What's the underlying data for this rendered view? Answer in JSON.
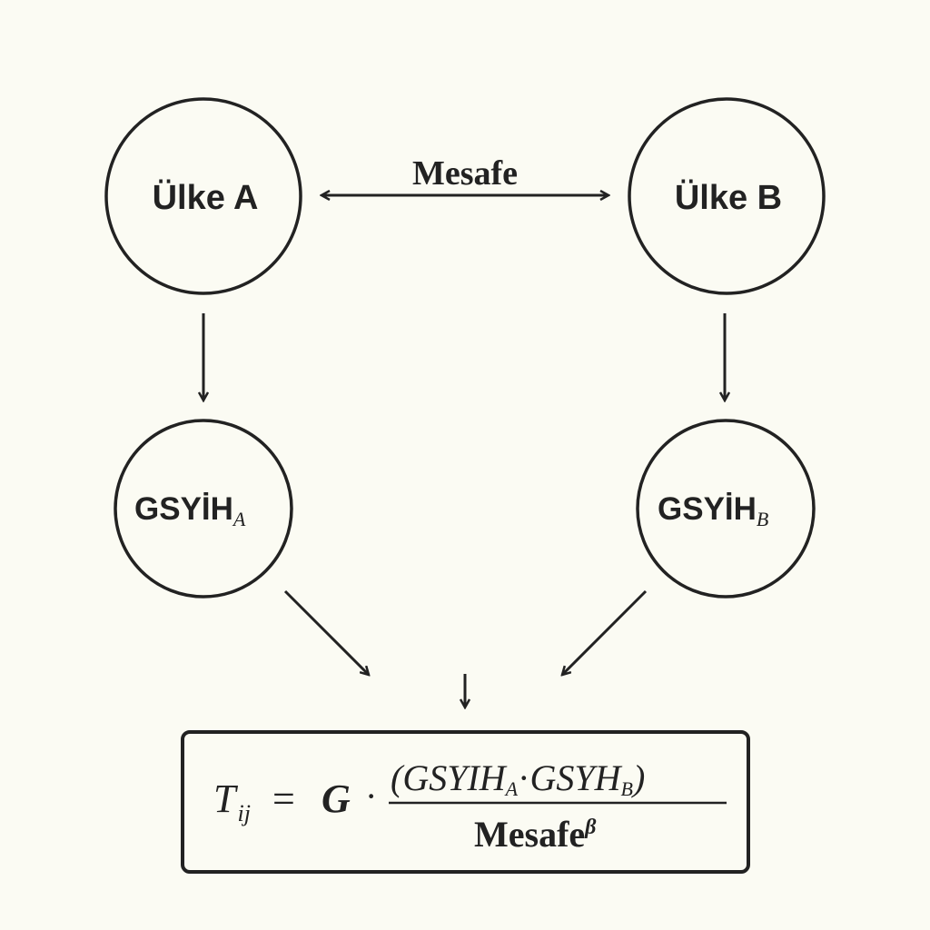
{
  "nodes": {
    "country_a": {
      "label": "Ülke A"
    },
    "country_b": {
      "label": "Ülke B"
    },
    "gdp_a": {
      "label": "GSYİH",
      "subscript": "A"
    },
    "gdp_b": {
      "label": "GSYİH",
      "subscript": "B"
    }
  },
  "edges": {
    "distance_label": "Mesafe"
  },
  "formula": {
    "lhs": "T",
    "lhs_subscript": "ij",
    "equals": "=",
    "constant": "G",
    "dot": "·",
    "numerator_open": "(",
    "numerator_term1": "GSYIH",
    "numerator_term1_subscript": "A",
    "numerator_dot": "·",
    "numerator_term2": "GSYH",
    "numerator_term2_subscript": "B",
    "numerator_close": ")",
    "denominator": "Mesafe",
    "denominator_exponent": "β"
  },
  "colors": {
    "background": "#fbfbf3",
    "stroke": "#222222"
  }
}
